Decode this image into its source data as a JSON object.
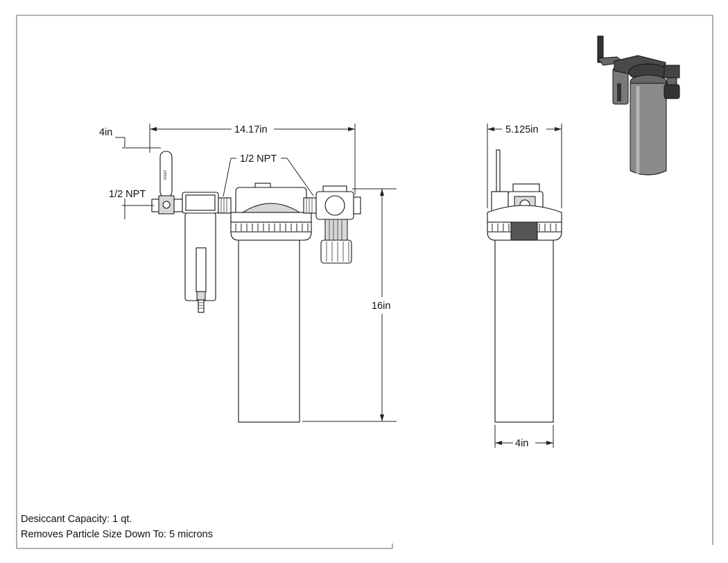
{
  "dimensions": {
    "overall_width": "14.17in",
    "handle_offset": "4in",
    "inlet_port": "1/2 NPT",
    "outlet_port": "1/2 NPT",
    "height": "16in",
    "side_width": "5.125in",
    "canister_diameter": "4in"
  },
  "notes": {
    "capacity": "Desiccant Capacity: 1 qt.",
    "particle": "Removes Particle Size Down To: 5 microns"
  }
}
